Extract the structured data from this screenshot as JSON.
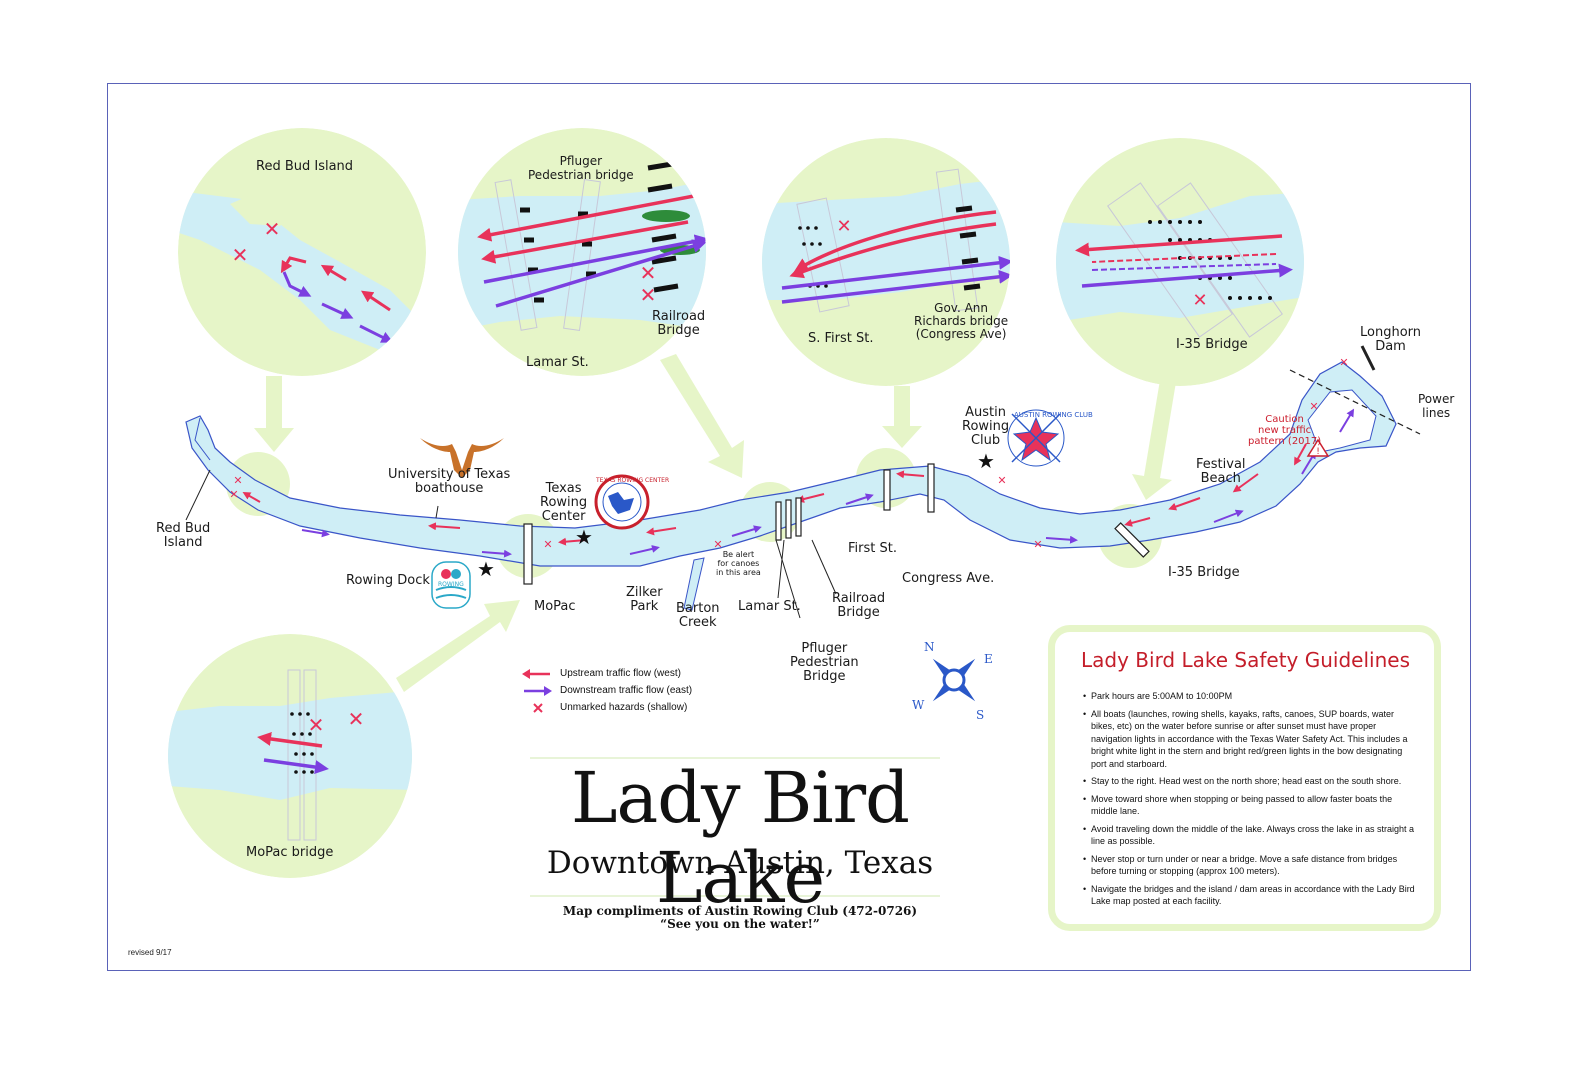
{
  "map_title": "Lady Bird Lake",
  "map_subtitle": "Downtown Austin, Texas",
  "credit": {
    "line1": "Map compliments of Austin Rowing Club (472-0726)",
    "line2": "“See you on the water!”"
  },
  "revised": "revised 9/17",
  "colors": {
    "water": "#cfeef6",
    "land": "#e6f5c8",
    "upstream": "#e8325a",
    "downstream": "#7b3fe0",
    "hazard": "#e8325a",
    "frame": "#5a62b8",
    "guide_title": "#c41e2a"
  },
  "legend": [
    {
      "icon": "red-arrow-left",
      "label": "Upstream traffic flow (west)"
    },
    {
      "icon": "purple-arrow-right",
      "label": "Downstream traffic flow (east)"
    },
    {
      "icon": "red-x",
      "label": "Unmarked hazards (shallow)"
    }
  ],
  "insets": {
    "red_bud": "Red Bud Island",
    "pfluger_title": "Pfluger\nPedestrian bridge",
    "pfluger_lamar": "Lamar St.",
    "pfluger_railroad": "Railroad\nBridge",
    "first_st": "S. First St.",
    "gov_ann": "Gov. Ann\nRichards bridge\n(Congress Ave)",
    "i35": "I-35 Bridge",
    "mopac": "MoPac bridge"
  },
  "places": {
    "red_bud_island": "Red Bud\nIsland",
    "ut_boathouse": "University of Texas\nboathouse",
    "rowing_dock": "Rowing Dock",
    "mopac": "MoPac",
    "texas_rowing_center": "Texas\nRowing\nCenter",
    "zilker_park": "Zilker\nPark",
    "barton_creek": "Barton\nCreek",
    "canoe_alert": "Be alert\nfor canoes\nin this area",
    "lamar_st": "Lamar St.",
    "railroad_bridge": "Railroad\nBridge",
    "pfluger_bridge": "Pfluger\nPedestrian\nBridge",
    "first_st": "First St.",
    "congress_ave": "Congress Ave.",
    "austin_rowing_club": "Austin\nRowing\nClub",
    "festival_beach": "Festival\nBeach",
    "i35_bridge": "I-35 Bridge",
    "longhorn_dam": "Longhorn\nDam",
    "power_lines": "Power\nlines",
    "caution": "Caution\nnew traffic\npattern (2017)"
  },
  "logos": {
    "austin_rowing_club": "AUSTIN ROWING CLUB",
    "texas_rowing_center": "TEXAS ROWING CENTER",
    "rowing_dock": "ROWING"
  },
  "compass": {
    "n": "N",
    "e": "E",
    "s": "S",
    "w": "W"
  },
  "guidelines": {
    "title": "Lady Bird Lake Safety Guidelines",
    "items": [
      "Park hours are 5:00AM to 10:00PM",
      "All boats (launches, rowing shells, kayaks, rafts, canoes, SUP boards, water bikes, etc) on the water before sunrise or after sunset must have proper navigation lights in accordance with the Texas Water Safety Act.  This includes a bright white light in the stern and bright red/green lights in the bow designating port and starboard.",
      "Stay to the right. Head west on the north shore; head east on the south shore.",
      "Move toward shore when stopping or being passed to allow faster boats the middle lane.",
      "Avoid traveling down the middle of the lake. Always cross the lake in as straight a line as possible.",
      "Never stop or turn under or near a bridge. Move a safe distance from bridges before turning or stopping (approx 100 meters).",
      "Navigate the bridges and the island / dam areas in accordance with the Lady Bird Lake map posted at each facility."
    ]
  }
}
